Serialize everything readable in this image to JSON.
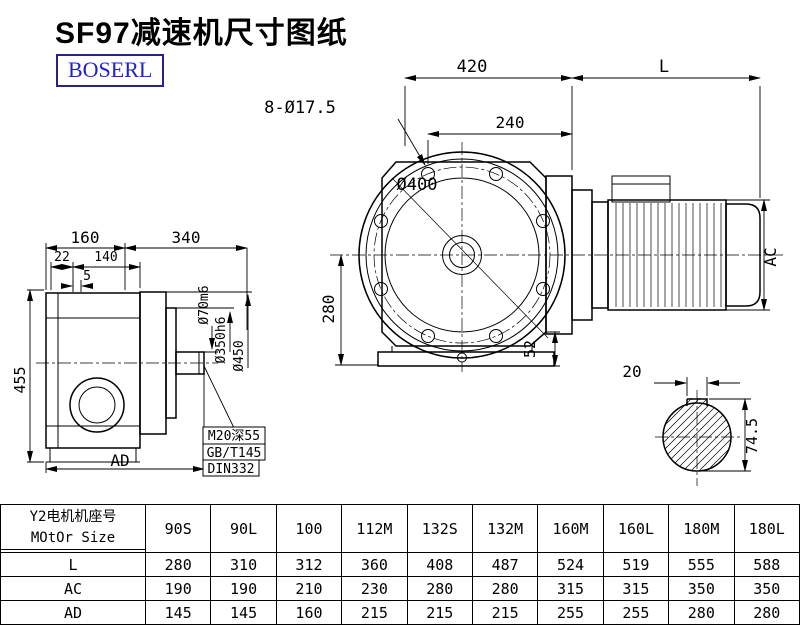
{
  "page": {
    "title": "SF97减速机尺寸图纸",
    "logo": "BOSERL"
  },
  "dims": {
    "d420": "420",
    "dL": "L",
    "d8d175": "8-Ø17.5",
    "d240": "240",
    "d400": "Ø400",
    "d160": "160",
    "d340": "340",
    "d22": "22",
    "d140": "140",
    "d5": "5",
    "d455": "455",
    "dAD": "AD",
    "d70": "Ø70m6",
    "d350": "Ø350h6",
    "d450": "Ø450",
    "d280": "280",
    "d52": "52",
    "dAC": "AC",
    "d20": "20",
    "d745": "74.5",
    "note1": "M20深55",
    "note2": "GB/T145",
    "note3": "DIN332"
  },
  "table": {
    "motor_label_cn": "Y2电机机座号",
    "motor_label_en": "MOtOr Size",
    "sizes": [
      "90S",
      "90L",
      "100",
      "112M",
      "132S",
      "132M",
      "160M",
      "160L",
      "180M",
      "180L"
    ],
    "rows": [
      {
        "label": "L",
        "values": [
          "280",
          "310",
          "312",
          "360",
          "408",
          "487",
          "524",
          "519",
          "555",
          "588"
        ]
      },
      {
        "label": "AC",
        "values": [
          "190",
          "190",
          "210",
          "230",
          "280",
          "280",
          "315",
          "315",
          "350",
          "350"
        ]
      },
      {
        "label": "AD",
        "values": [
          "145",
          "145",
          "160",
          "215",
          "215",
          "215",
          "255",
          "255",
          "280",
          "280"
        ]
      }
    ]
  }
}
